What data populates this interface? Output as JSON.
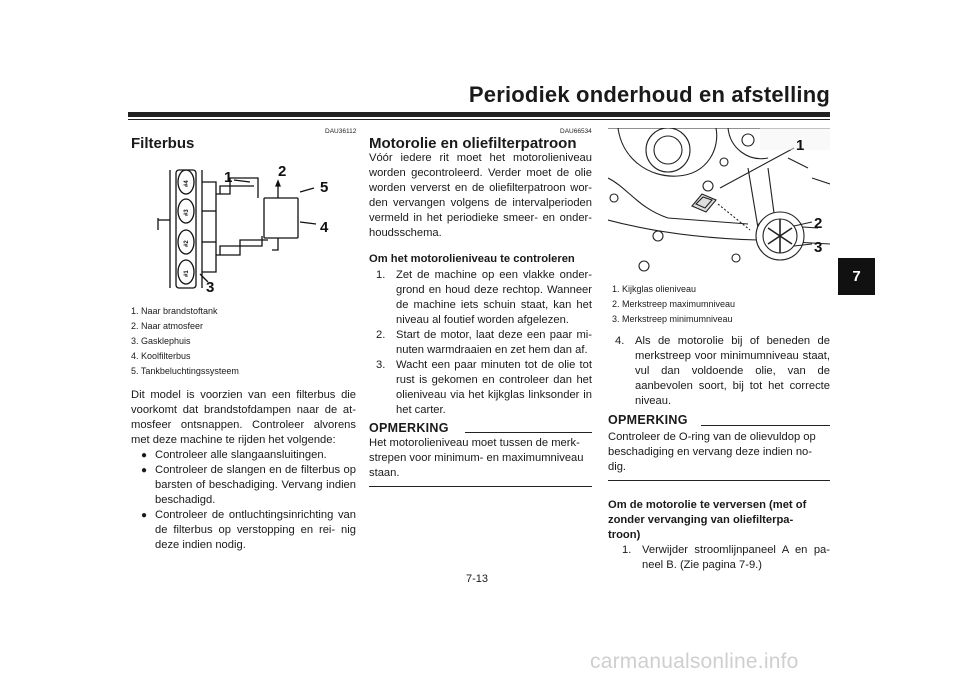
{
  "header": {
    "title": "Periodiek onderhoud en afstelling"
  },
  "chapter_tab": "7",
  "page_number": "7-13",
  "footer_watermark": "carmanualsonline.info",
  "col1": {
    "code": "DAU36112",
    "title": "Filterbus",
    "figure": {
      "callouts": [
        "1",
        "2",
        "3",
        "4",
        "5"
      ],
      "cylinder_labels": [
        "#4",
        "#3",
        "#2",
        "#1"
      ]
    },
    "captions": [
      "1.  Naar brandstoftank",
      "2.  Naar atmosfeer",
      "3.  Gasklephuis",
      "4.  Koolfilterbus",
      "5.  Tankbeluchtingssysteem"
    ],
    "para_lines": [
      "Dit model is voorzien van een filterbus die",
      "voorkomt dat brandstofdampen naar de at-",
      "mosfeer ontsnappen. Controleer alvorens",
      "met deze machine te rijden het volgende:"
    ],
    "bullets": [
      "Controleer alle slangaansluitingen.",
      "Controleer de slangen en de filterbus op barsten of beschadiging. Vervang indien beschadigd.",
      "Controleer de ontluchtingsinrichting van de filterbus op verstopping en rei- nig deze indien nodig."
    ]
  },
  "col2": {
    "code": "DAU66534",
    "title": "Motorolie en oliefilterpatroon",
    "intro": "Vóór iedere rit moet het motorolieniveau worden gecontroleerd. Verder moet de olie worden ververst en de oliefilterpatroon wor- den vervangen volgens de intervalperioden vermeld in het periodieke smeer- en onder- houdsschema.",
    "subheading": "Om het motorolieniveau te controleren",
    "steps": [
      "Zet de machine op een vlakke onder- grond en houd deze rechtop. Wanneer de machine iets schuin staat, kan het niveau al foutief worden afgelezen.",
      "Start de motor, laat deze een paar mi- nuten warmdraaien en zet hem dan af.",
      "Wacht een paar minuten tot de olie tot rust is gekomen en controleer dan het olieniveau via het kijkglas linksonder in het carter."
    ],
    "note_heading": "OPMERKING",
    "note": "Het motorolieniveau moet tussen de merk- strepen voor minimum- en maximumniveau staan."
  },
  "col3": {
    "figure": {
      "callouts": [
        "1",
        "2",
        "3"
      ]
    },
    "captions": [
      "1.  Kijkglas olieniveau",
      "2.  Merkstreep maximumniveau",
      "3.  Merkstreep minimumniveau"
    ],
    "step4": "Als de motorolie bij of beneden de merkstreep voor minimumniveau staat, vul dan voldoende olie, van de aanbevolen soort, bij tot het correcte niveau.",
    "note_heading": "OPMERKING",
    "note": "Controleer de O-ring van de olievuldop op beschadiging en vervang deze indien no- dig.",
    "subheading_lines": [
      "Om de motorolie te verversen (met of",
      "zonder vervanging van oliefilterpa-",
      "troon)"
    ],
    "step1": "Verwijder stroomlijnpaneel A en pa- neel B. (Zie pagina 7-9.)"
  }
}
